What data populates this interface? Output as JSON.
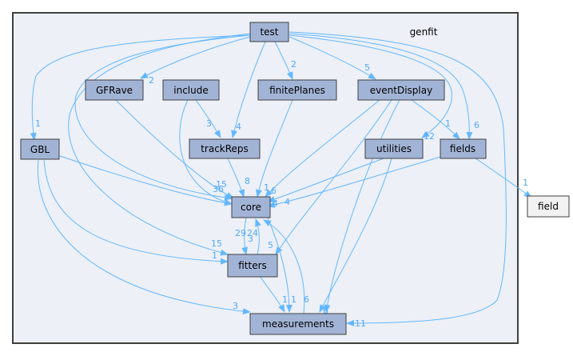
{
  "cluster": {
    "label": "genfit",
    "fill": "#edf0f7",
    "stroke": "#404040"
  },
  "colors": {
    "node_fill": "#a2b4d6",
    "external_fill": "#f2f2f2",
    "edge": "#63b8ff",
    "edge_label": "#4ea9ff"
  },
  "nodes": {
    "test": "test",
    "gfrave": "GFRave",
    "include": "include",
    "finiteplanes": "finitePlanes",
    "eventdisplay": "eventDisplay",
    "gbl": "GBL",
    "trackreps": "trackReps",
    "utilities": "utilities",
    "fields": "fields",
    "field": "field",
    "core": "core",
    "fitters": "fitters",
    "measurements": "measurements"
  },
  "edge_labels": [
    {
      "key": "test-gbl",
      "text": "1"
    },
    {
      "key": "test-gfrave",
      "text": "2"
    },
    {
      "key": "test-finiteplanes",
      "text": "2"
    },
    {
      "key": "test-eventdisplay",
      "text": "5"
    },
    {
      "key": "test-trackreps",
      "text": "4"
    },
    {
      "key": "test-fields",
      "text": "6"
    },
    {
      "key": "test-utilities",
      "text": "12"
    },
    {
      "key": "test-measurements",
      "text": "11"
    },
    {
      "key": "test-fitters",
      "text": "15"
    },
    {
      "key": "include-trackreps",
      "text": "3"
    },
    {
      "key": "eventdisplay-fields",
      "text": "1"
    },
    {
      "key": "fields-field",
      "text": "1"
    },
    {
      "key": "trackreps-core",
      "text": "8"
    },
    {
      "key": "gfrave-core",
      "text": "15"
    },
    {
      "key": "include-core",
      "text": "36"
    },
    {
      "key": "finiteplanes-core",
      "text": "1"
    },
    {
      "key": "eventdisplay-core",
      "text": "6"
    },
    {
      "key": "utilities-core",
      "text": "4"
    },
    {
      "key": "eventdisplay-fitters",
      "text": "4"
    },
    {
      "key": "core-fitters",
      "text": "29"
    },
    {
      "key": "fitters-core",
      "text": "3"
    },
    {
      "key": "measurements-core",
      "text": "24"
    },
    {
      "key": "core-measurements",
      "text": "5"
    },
    {
      "key": "gbl-fitters",
      "text": "1"
    },
    {
      "key": "gbl-measurements",
      "text": "3"
    },
    {
      "key": "fitters-measurements",
      "text": "1"
    },
    {
      "key": "core-measurements-b",
      "text": "1"
    },
    {
      "key": "utilities-measurements",
      "text": "6"
    },
    {
      "key": "eventdisplay-measurements",
      "text": "6"
    }
  ]
}
